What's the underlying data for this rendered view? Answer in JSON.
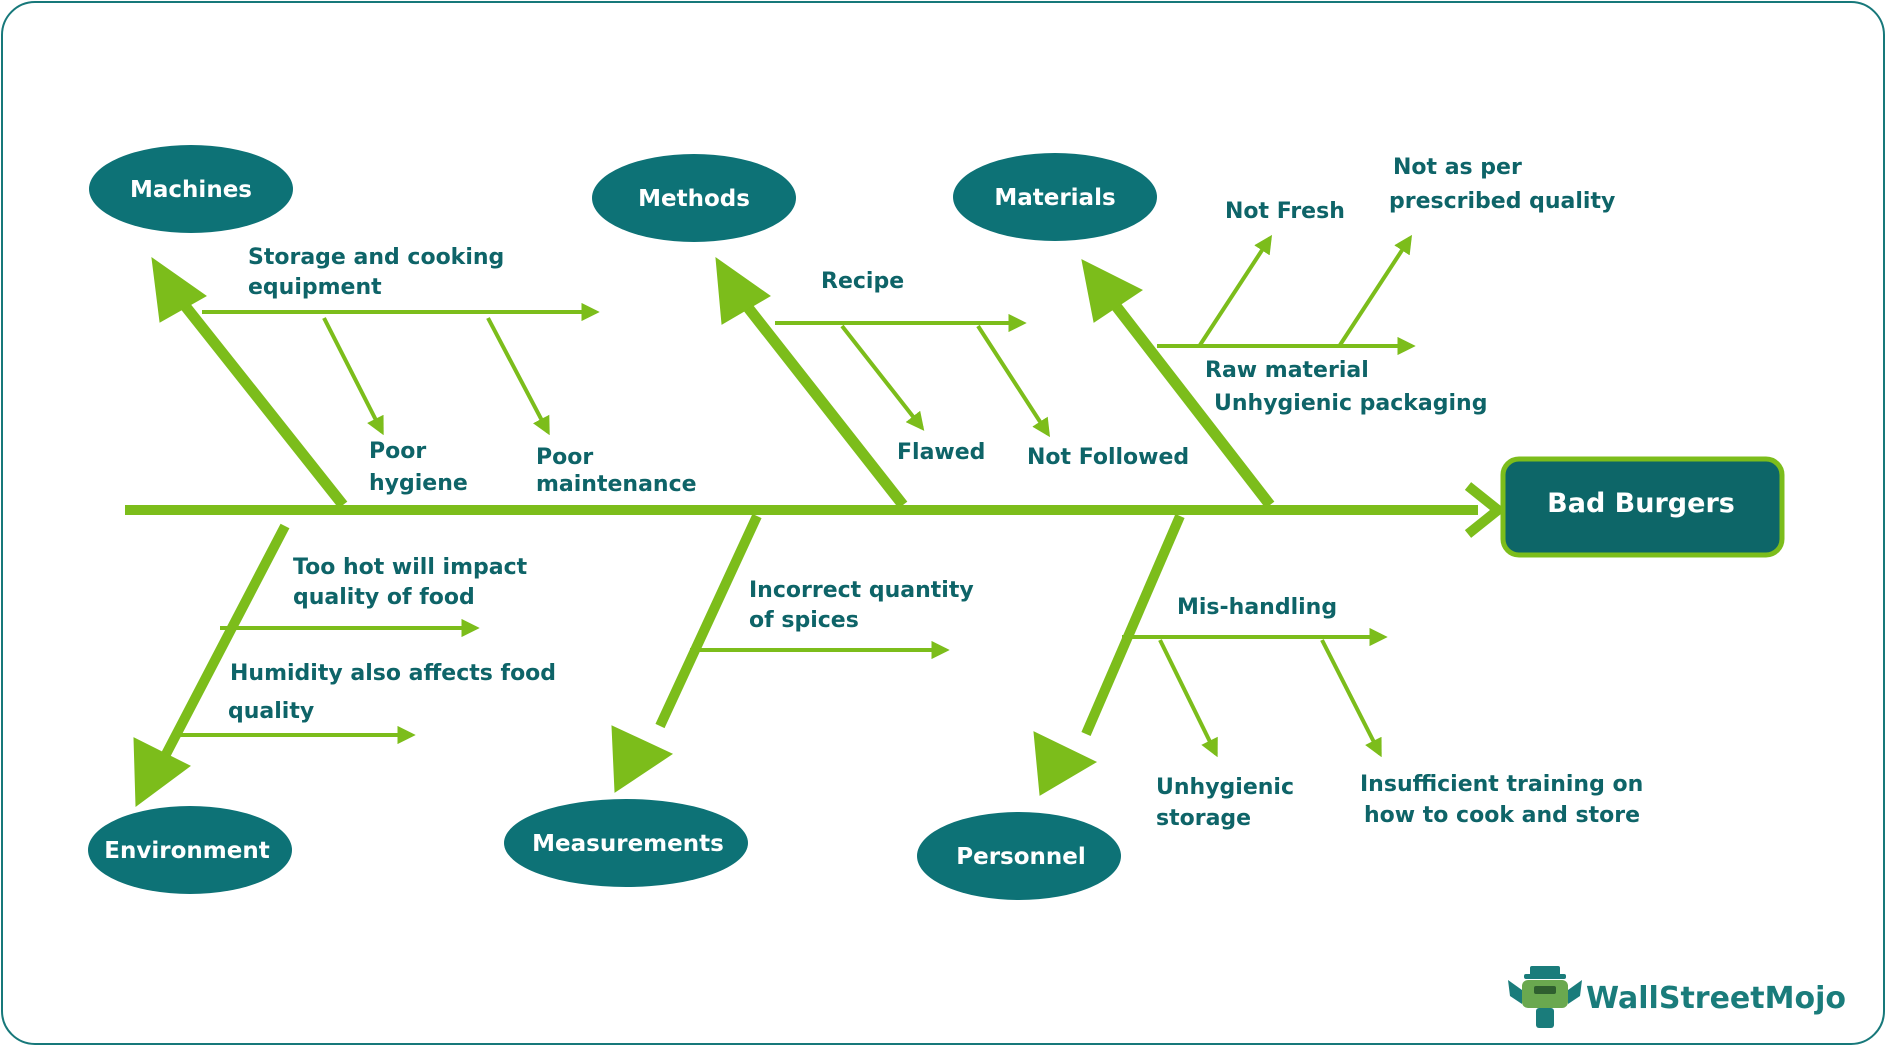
{
  "effect": "Bad Burgers",
  "categories": {
    "machines": "Machines",
    "methods": "Methods",
    "materials": "Materials",
    "environment": "Environment",
    "measurements": "Measurements",
    "personnel": "Personnel"
  },
  "causes": {
    "machines": {
      "main": [
        "Storage and cooking",
        "equipment"
      ],
      "sub1": [
        "Poor",
        "hygiene"
      ],
      "sub2": [
        "Poor",
        "maintenance"
      ]
    },
    "methods": {
      "main": "Recipe",
      "sub1": "Flawed",
      "sub2": "Not Followed"
    },
    "materials": {
      "main1": "Raw material",
      "main2": "Unhygienic packaging",
      "sub1": "Not Fresh",
      "sub2": [
        "Not as per",
        "prescribed quality"
      ]
    },
    "environment": {
      "c1": [
        "Too hot will impact",
        "quality of food"
      ],
      "c2a": "Humidity also affects food",
      "c2b": "quality"
    },
    "measurements": {
      "c1": [
        "Incorrect quantity",
        "of spices"
      ]
    },
    "personnel": {
      "main": "Mis-handling",
      "sub1": [
        "Unhygienic",
        "storage"
      ],
      "sub2": [
        "Insufficient training on",
        "how to cook and store"
      ]
    }
  },
  "logo": "WallStreetMojo",
  "colors": {
    "line": "#7cbd1b",
    "ellipse": "#0d7276",
    "text": "#0e6468",
    "border": "#17787a"
  }
}
